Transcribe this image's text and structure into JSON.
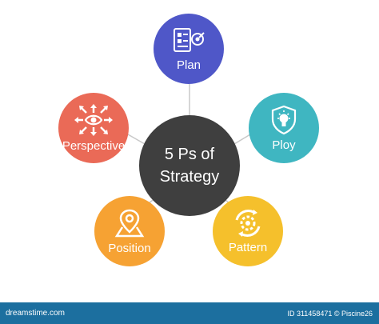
{
  "diagram": {
    "center": {
      "line1": "5 Ps of",
      "line2": "Strategy"
    },
    "nodes": {
      "plan": {
        "label": "Plan",
        "color": "#4f57c8",
        "icon": "document-target-icon"
      },
      "ploy": {
        "label": "Ploy",
        "color": "#3fb6c1",
        "icon": "shield-bulb-icon"
      },
      "pattern": {
        "label": "Pattern",
        "color": "#f5c02c",
        "icon": "gear-cycle-icon"
      },
      "position": {
        "label": "Position",
        "color": "#f6a233",
        "icon": "map-pin-icon"
      },
      "perspective": {
        "label": "Perspective",
        "color": "#ea6a57",
        "icon": "eye-arrows-icon"
      }
    },
    "center_color": "#3f3f3f",
    "connector_color": "#c8c8c8"
  },
  "footer": {
    "brand": "dreamstime.com",
    "credit": "ID 311458471 © Piscine26",
    "color": "#1c6f9f"
  }
}
